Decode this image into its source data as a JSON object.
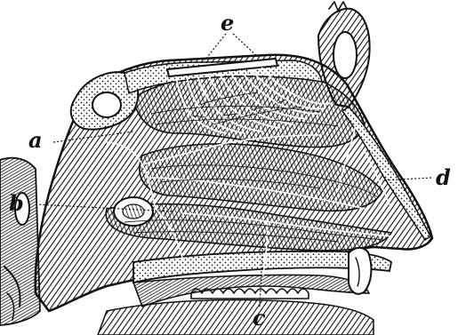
{
  "figure": {
    "labels": {
      "a": "a",
      "b": "b",
      "c": "c",
      "d": "d",
      "e": "e"
    },
    "colors": {
      "ink": "#111111",
      "paper": "#ffffff"
    }
  }
}
